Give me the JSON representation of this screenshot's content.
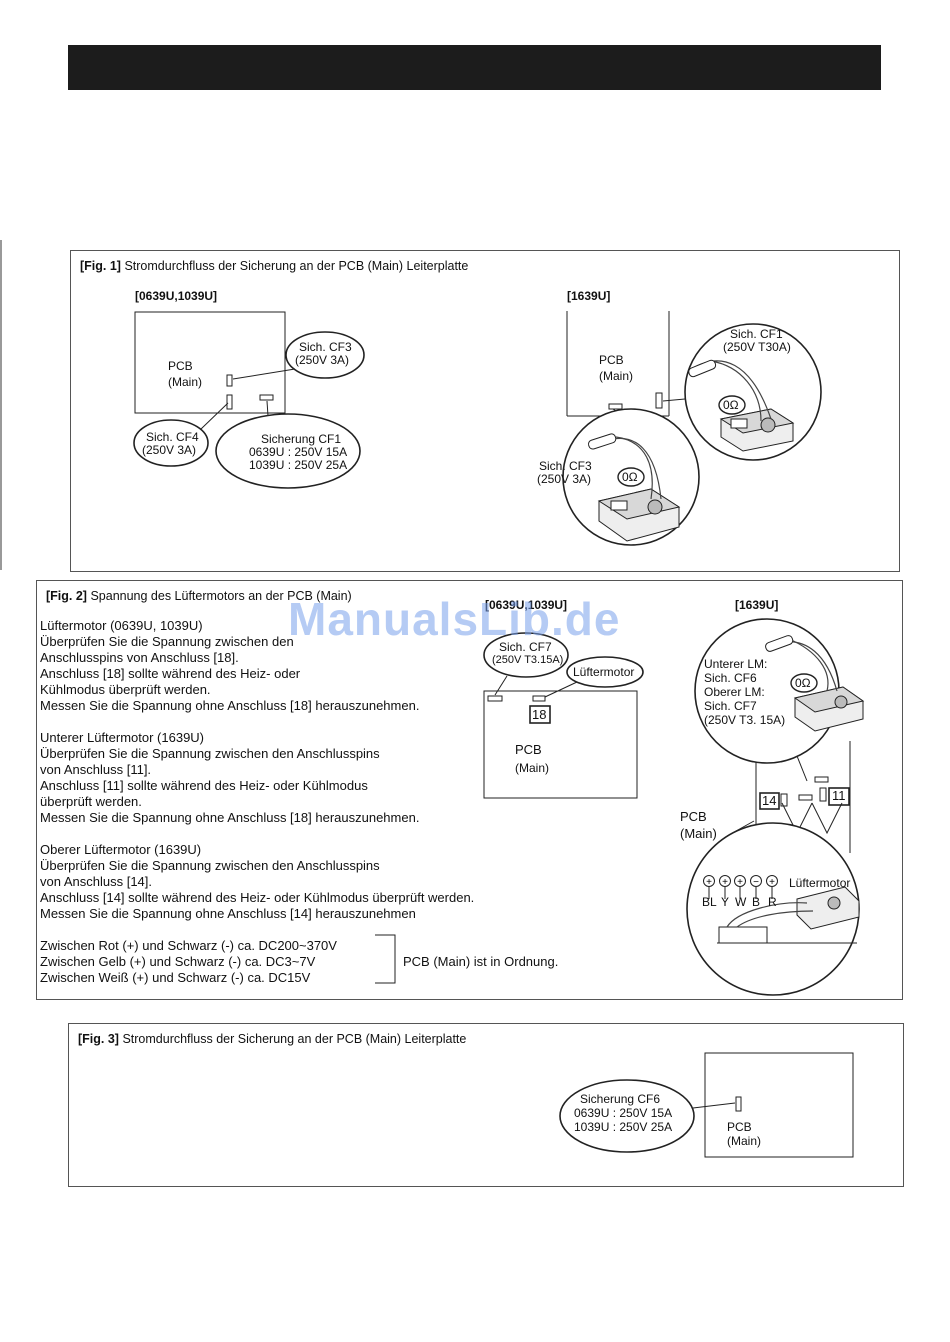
{
  "fig1": {
    "tag": "[Fig. 1]",
    "title": "Stromdurchfluss der Sicherung an der PCB (Main) Leiterplatte",
    "left_model": "[0639U,1039U]",
    "right_model": "[1639U]",
    "pcb": "PCB",
    "main": "(Main)",
    "cf3_name": "Sich. CF3",
    "cf3_rating": "(250V 3A)",
    "cf4_name": "Sich. CF4",
    "cf4_rating": "(250V 3A)",
    "cf1_name": "Sicherung CF1",
    "cf1_line1": "0639U : 250V 15A",
    "cf1_line2": "1039U : 250V 25A",
    "r_pcb": "PCB",
    "r_main": "(Main)",
    "r_cf1_name": "Sich. CF1",
    "r_cf1_rating": "(250V T30A)",
    "r_cf3_name": "Sich. CF3",
    "r_cf3_rating": "(250V 3A)",
    "ohm1": "0Ω",
    "ohm2": "0Ω"
  },
  "fig2": {
    "tag": "[Fig. 2]",
    "title": "Spannung des Lüftermotors an der PCB (Main)",
    "left_model": "[0639U,1039U]",
    "right_model": "[1639U]",
    "text_lines": [
      "Lüftermotor (0639U, 1039U)",
      "Überprüfen Sie die Spannung zwischen den",
      "Anschlusspins von Anschluss [18].",
      "Anschluss [18] sollte während des Heiz- oder",
      "Kühlmodus überprüft werden.",
      "Messen Sie die Spannung ohne Anschluss [18] herauszunehmen.",
      "Unterer Lüftermotor (1639U)",
      "Überprüfen Sie die Spannung zwischen den Anschlusspins",
      "von Anschluss [11].",
      "Anschluss [11] sollte während des Heiz- oder Kühlmodus",
      "überprüft werden.",
      "Messen Sie die Spannung ohne Anschluss [18] herauszunehmen.",
      "Oberer Lüftermotor (1639U)",
      "Überprüfen Sie die Spannung zwischen den Anschlusspins",
      "von Anschluss [14].",
      "Anschluss [14] sollte während des Heiz- oder Kühlmodus überprüft werden.",
      "Messen Sie die Spannung ohne Anschluss [14] herauszunehmen"
    ],
    "volt_lines": [
      "Zwischen Rot (+) und Schwarz (-) ca. DC200~370V",
      "Zwischen Gelb (+) und Schwarz (-) ca. DC3~7V",
      "Zwischen Weiß (+) und Schwarz (-) ca. DC15V"
    ],
    "ok_text": "PCB (Main) ist in Ordnung.",
    "cf7_name": "Sich. CF7",
    "cf7_rating": "(250V T3.15A)",
    "fan_label": "Lüftermotor",
    "conn18": "18",
    "pcb": "PCB",
    "main": "(Main)",
    "r_lower": "Unterer LM:",
    "r_cf6": "Sich. CF6",
    "r_upper": "Oberer LM:",
    "r_cf7": "Sich. CF7",
    "r_rating": "(250V T3. 15A)",
    "ohm": "0Ω",
    "conn14": "14",
    "conn11": "11",
    "r_pcb": "PCB",
    "r_main": "(Main)",
    "r_fan_label": "Lüftermotor",
    "pins": [
      "BL",
      "Y",
      "W",
      "B",
      "R"
    ]
  },
  "fig3": {
    "tag": "[Fig. 3]",
    "title": "Stromdurchfluss der Sicherung an der PCB (Main) Leiterplatte",
    "cf6_name": "Sicherung CF6",
    "cf6_line1": "0639U : 250V 15A",
    "cf6_line2": "1039U : 250V 25A",
    "pcb": "PCB",
    "main": "(Main)"
  },
  "watermark": "ManualsLib.de"
}
